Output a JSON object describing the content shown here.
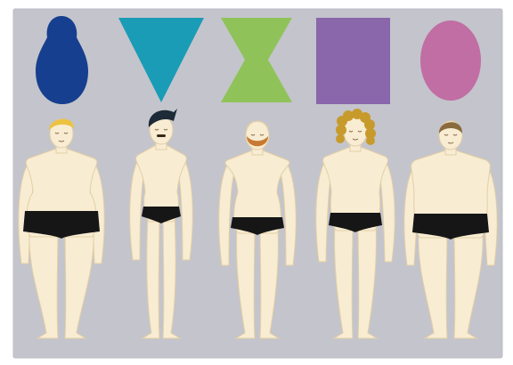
{
  "colors": {
    "page": "#ffffff",
    "panel": "#c4c4cc",
    "panel_border": "#bdbdc4",
    "skin": "#f8ecd2",
    "skin_outline": "#e2cfa5",
    "underwear": "#161616",
    "feature_line": "#8a6a4a"
  },
  "shapes": [
    {
      "name": "pear-shape",
      "color": "#173f8f"
    },
    {
      "name": "inverted-triangle-shape",
      "color": "#1a9cb6"
    },
    {
      "name": "hourglass-shape",
      "color": "#8fc35a"
    },
    {
      "name": "rectangle-shape",
      "color": "#8a66aa"
    },
    {
      "name": "oval-shape",
      "color": "#c06ea3"
    }
  ],
  "figures": [
    {
      "name": "pear-body-figure",
      "hair": "blond",
      "hair_color": "#ecc240",
      "beard": false,
      "mustache": false
    },
    {
      "name": "inverted-triangle-body-figure",
      "hair": "quiff",
      "hair_color": "#1d2a38",
      "beard": false,
      "mustache": true,
      "mustache_color": "#3a2818"
    },
    {
      "name": "hourglass-body-figure",
      "hair": "bald",
      "hair_color": "#e9d9b6",
      "beard": true,
      "beard_color": "#c77a34"
    },
    {
      "name": "rectangle-body-figure",
      "hair": "curly",
      "hair_color": "#c79a2c",
      "beard": false,
      "mustache": false
    },
    {
      "name": "oval-body-figure",
      "hair": "short",
      "hair_color": "#8a6b3e",
      "beard": false,
      "mustache": false
    }
  ]
}
